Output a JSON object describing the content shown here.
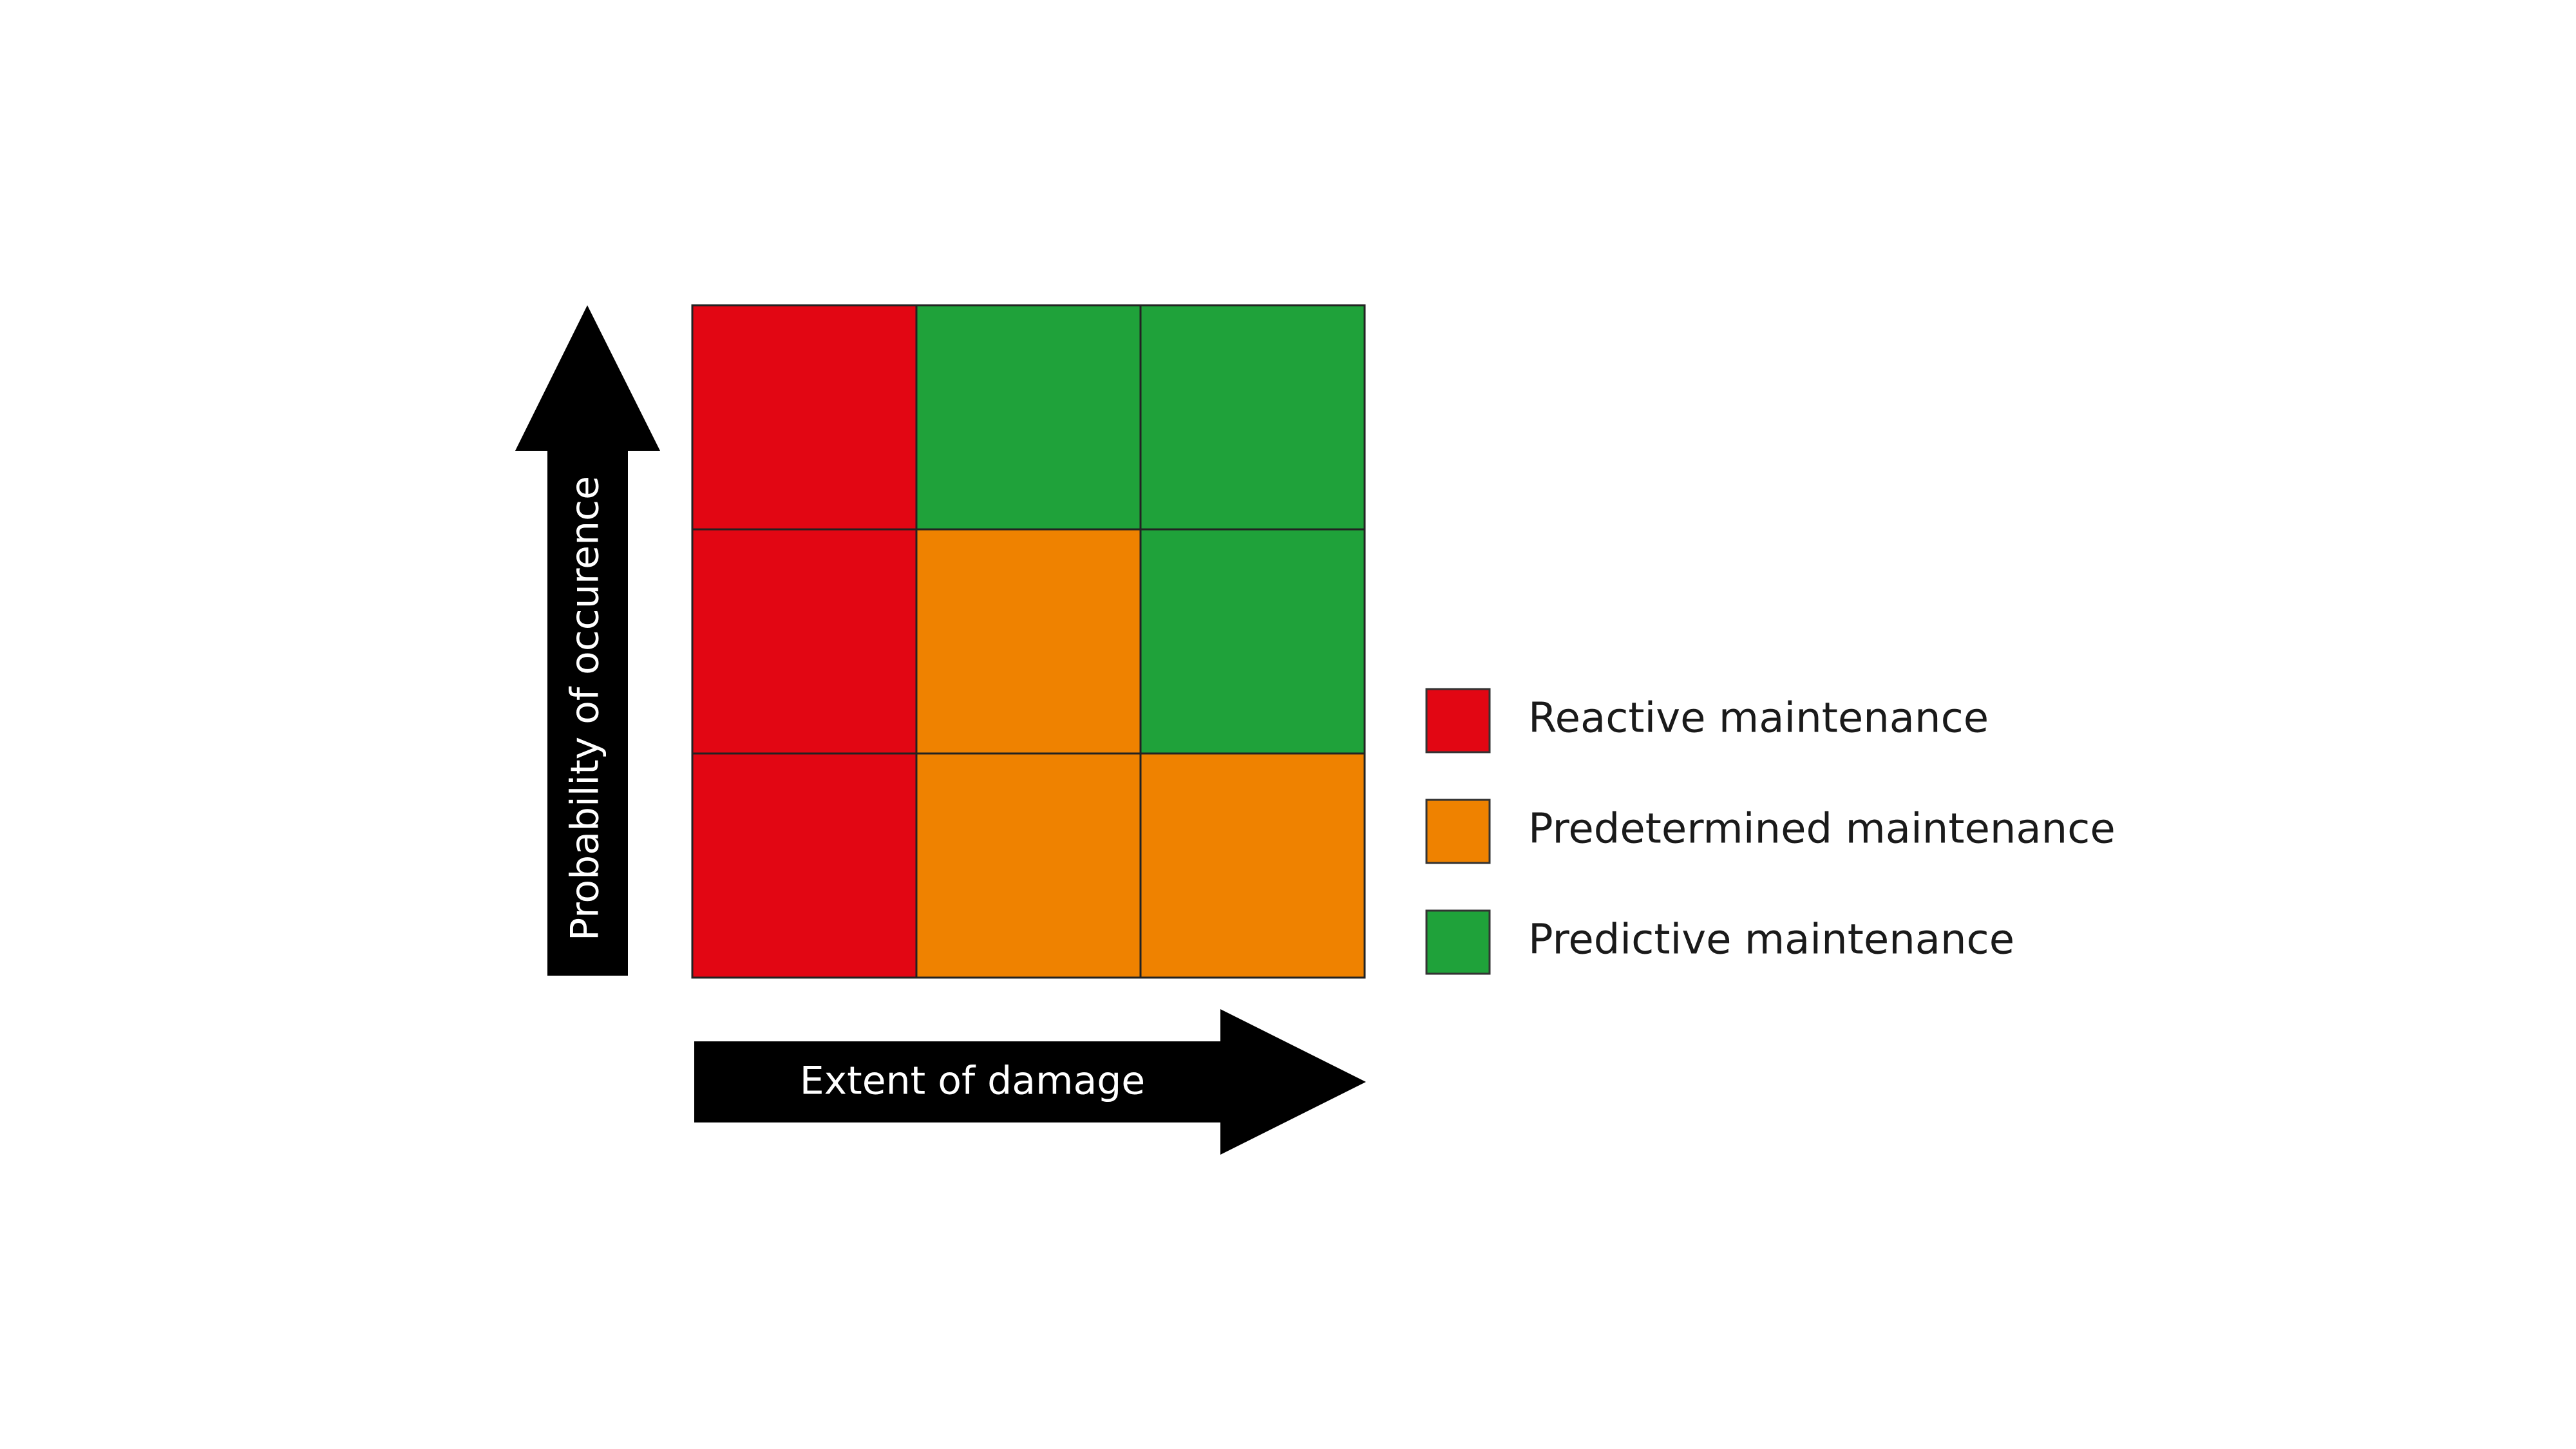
{
  "axes": {
    "y_label": "Probability of  occurence",
    "x_label": "Extent of damage"
  },
  "grid": {
    "rows": [
      [
        "reactive",
        "predictive",
        "predictive"
      ],
      [
        "reactive",
        "predetermined",
        "predictive"
      ],
      [
        "reactive",
        "predetermined",
        "predetermined"
      ]
    ]
  },
  "categories": {
    "reactive": {
      "label": "Reactive maintenance",
      "color": "#e20613"
    },
    "predetermined": {
      "label": "Predetermined maintenance",
      "color": "#ef8200"
    },
    "predictive": {
      "label": "Predictive maintenance",
      "color": "#1fa23a"
    }
  },
  "legend": [
    "reactive",
    "predetermined",
    "predictive"
  ],
  "colors": {
    "arrow": "#000000",
    "background": "#ffffff"
  }
}
